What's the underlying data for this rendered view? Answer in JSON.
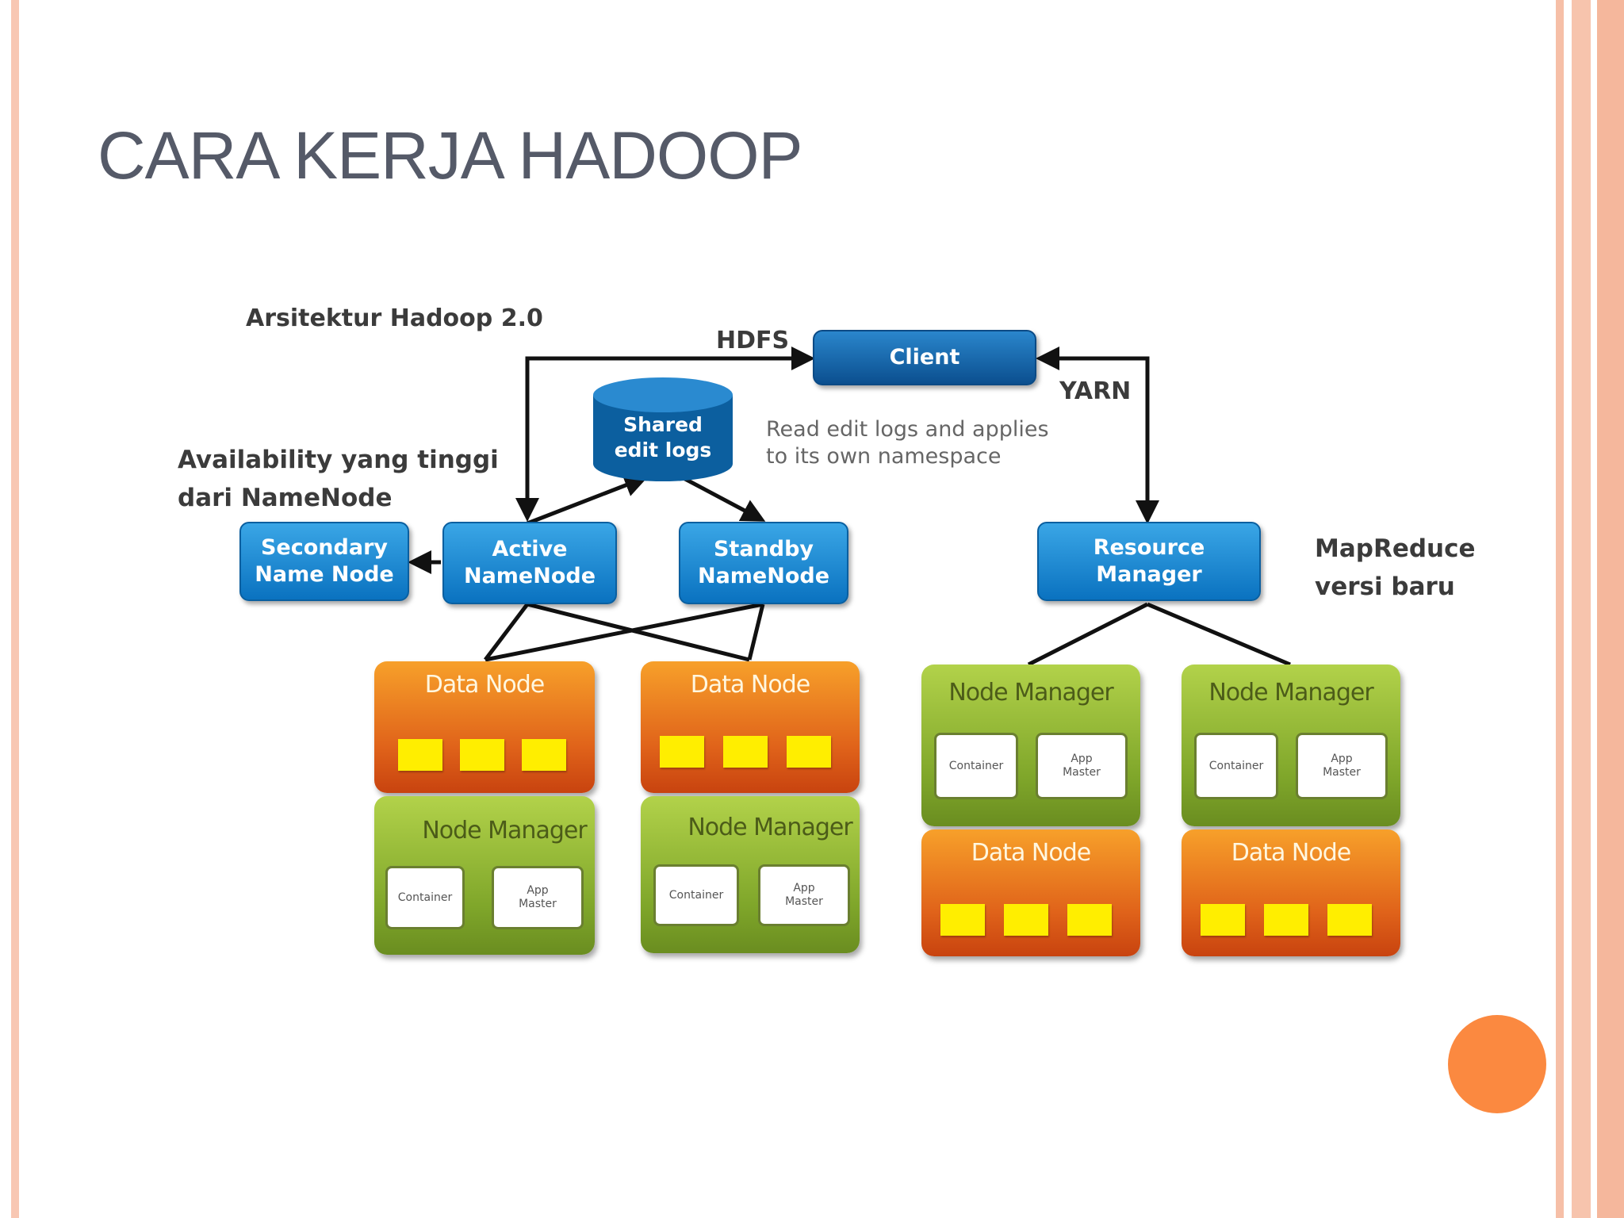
{
  "slide": {
    "title": "CARA KERJA HADOOP"
  },
  "colors": {
    "accent_orange": "#fb8940",
    "border_peach": "#f6bfa7",
    "title_gray": "#555a68",
    "blue_node": "#1a8ad6",
    "data_node_orange": "#e8731c",
    "node_manager_green": "#8db52f",
    "yellow_block": "#ffee00"
  },
  "diagram": {
    "heading": "Arsitektur Hadoop 2.0",
    "label_hdfs": "HDFS",
    "label_yarn": "YARN",
    "client": "Client",
    "shared_edit_logs": [
      "Shared",
      "edit logs"
    ],
    "read_note": [
      "Read edit logs and applies",
      "to its own namespace"
    ],
    "availability_note": [
      "Availability yang tinggi",
      "dari NameNode"
    ],
    "secondary_namenode": [
      "Secondary",
      "Name Node"
    ],
    "active_namenode": [
      "Active",
      "NameNode"
    ],
    "standby_namenode": [
      "Standby",
      "NameNode"
    ],
    "resource_manager": [
      "Resource",
      "Manager"
    ],
    "mapreduce_note": [
      "MapReduce",
      "versi baru"
    ],
    "data_node_label": "Data Node",
    "node_manager_label": "Node Manager",
    "container_label": "Container",
    "app_master_label": [
      "App",
      "Master"
    ]
  }
}
